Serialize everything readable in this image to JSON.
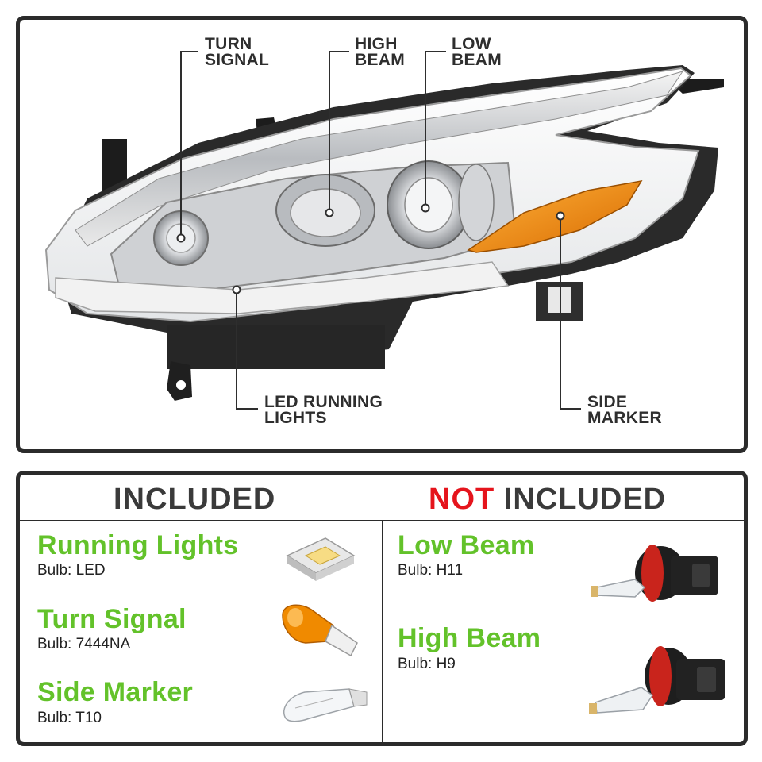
{
  "callouts": {
    "turn_signal": [
      "TURN",
      "SIGNAL"
    ],
    "high_beam": [
      "HIGH",
      "BEAM"
    ],
    "low_beam": [
      "LOW",
      "BEAM"
    ],
    "led_running_lights": [
      "LED RUNNING",
      "LIGHTS"
    ],
    "side_marker": [
      "SIDE",
      "MARKER"
    ]
  },
  "headers": {
    "included": "INCLUDED",
    "not_word": "NOT",
    "not_included_rest": " INCLUDED"
  },
  "included": [
    {
      "title": "Running Lights",
      "sub": "Bulb: LED",
      "icon": "led-chip-icon"
    },
    {
      "title": "Turn Signal",
      "sub": "Bulb: 7444NA",
      "icon": "amber-bulb-icon"
    },
    {
      "title": "Side Marker",
      "sub": "Bulb: T10",
      "icon": "wedge-bulb-icon"
    }
  ],
  "not_included": [
    {
      "title": "Low Beam",
      "sub": "Bulb: H11",
      "icon": "h11-bulb-icon"
    },
    {
      "title": "High Beam",
      "sub": "Bulb: H9",
      "icon": "h9-bulb-icon"
    }
  ],
  "colors": {
    "accent_green": "#63c22a",
    "accent_red": "#e5141c",
    "amber": "#f08a00",
    "border": "#2b2b2b"
  }
}
